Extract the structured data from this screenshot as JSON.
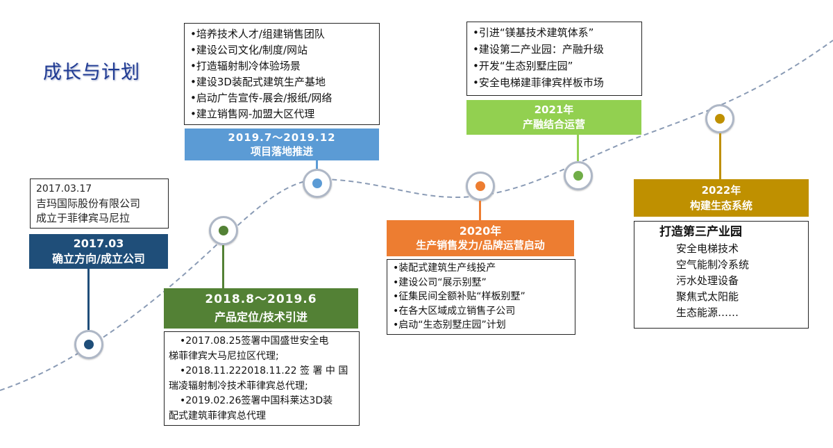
{
  "page_title": "成长与计划",
  "milestones": {
    "m2017": {
      "note_lines": [
        "2017.03.17",
        "吉玛国际股份有限公司",
        "成立于菲律宾马尼拉"
      ],
      "date": "2017.03",
      "subtitle": "确立方向/成立公司",
      "color": "#1f4e79"
    },
    "m2018": {
      "date": "2018.8～2019.6",
      "subtitle": "产品定位/技术引进",
      "color": "#538135",
      "items": [
        "•2017.08.25签署中国盛世安全电",
        "梯菲律宾大马尼拉区代理;",
        "•2018.11.222018.11.22 签 署 中 国",
        "瑞凌辐射制冷技术菲律宾总代理;",
        "•2019.02.26签署中国科莱达3D装",
        "配式建筑菲律宾总代理"
      ]
    },
    "m2019": {
      "date": "2019.7～2019.12",
      "subtitle": "项目落地推进",
      "color": "#5b9bd5",
      "items": [
        "•培养技术人才/组建销售团队",
        "•建设公司文化/制度/网站",
        "•打造辐射制冷体验场景",
        "•建设3D装配式建筑生产基地",
        "•启动广告宣传-展会/报纸/网络",
        "•建立销售网-加盟大区代理"
      ]
    },
    "m2020": {
      "date": "2020年",
      "subtitle": "生产销售发力/品牌运营启动",
      "color": "#ed7d31",
      "items": [
        "•装配式建筑生产线投产",
        "•建设公司“展示别墅”",
        "•征集民间全额补贴“样板别墅”",
        "•在各大区域成立销售子公司",
        "•启动“生态别墅庄园”计划"
      ]
    },
    "m2021": {
      "date": "2021年",
      "subtitle": "产融结合运营",
      "color": "#92d050",
      "items": [
        "•引进“镁基技术建筑体系”",
        "•建设第二产业园：产融升级",
        "•开发“生态别墅庄园”",
        "•安全电梯建菲律宾样板市场"
      ]
    },
    "m2022": {
      "date": "2022年",
      "subtitle": "构建生态系统",
      "color": "#bf9000",
      "heading": "打造第三产业园",
      "items": [
        "安全电梯技术",
        "空气能制冷系统",
        "污水处理设备",
        "聚焦式太阳能",
        "生态能源……"
      ]
    }
  }
}
